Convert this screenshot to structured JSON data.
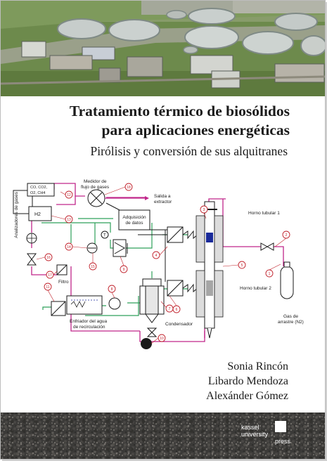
{
  "title_line1": "Tratamiento térmico de biosólidos",
  "title_line2": "para aplicaciones energéticas",
  "subtitle": "Pirólisis y conversión de sus alquitranes",
  "authors": [
    "Sonia Rincón",
    "Libardo Mendoza",
    "Alexánder Gómez"
  ],
  "publisher": {
    "line1": "kassel",
    "line2": "university",
    "line3": "press"
  },
  "diagram": {
    "analyzer": "Analizadores de gases",
    "gas_box_line1": "CO, CO2,",
    "gas_box_line2": "O2, CH4",
    "h2": "H2",
    "flow_meter_line1": "Medidor de",
    "flow_meter_line2": "flujo de gases",
    "exit_line1": "Salida a",
    "exit_line2": "extractor",
    "daq_line1": "Adquisición",
    "daq_line2": "de datos",
    "filter": "Filtro",
    "furnace1": "Horno tubular 1",
    "furnace2": "Horno tubular 2",
    "condenser": "Condensador",
    "cooler_line1": "Enfriador del agua",
    "cooler_line2": "de recirculación",
    "carrier_line1": "Gas de",
    "carrier_line2": "arrastre (N2)",
    "numbers": [
      "1",
      "2",
      "3",
      "4",
      "5",
      "6",
      "7",
      "8",
      "9",
      "10",
      "11",
      "12",
      "13",
      "14",
      "15",
      "16",
      "17",
      "18"
    ]
  },
  "colors": {
    "pipe_magenta": "#c0268a",
    "pipe_green": "#2ea05a",
    "callout_red": "#c0202a",
    "sample_blue": "#1a2a9a"
  }
}
